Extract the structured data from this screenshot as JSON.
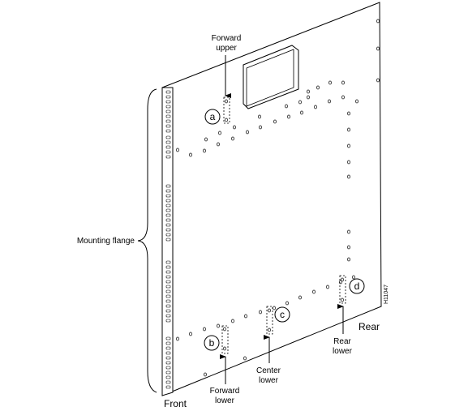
{
  "diagram": {
    "labels": {
      "forward_upper_1": "Forward",
      "forward_upper_2": "upper",
      "forward_lower_1": "Forward",
      "forward_lower_2": "lower",
      "center_lower_1": "Center",
      "center_lower_2": "lower",
      "rear_lower_1": "Rear",
      "rear_lower_2": "lower",
      "mounting_flange": "Mounting flange",
      "front": "Front",
      "rear": "Rear",
      "figure_id": "H11047"
    },
    "callouts": {
      "a": "a",
      "b": "b",
      "c": "c",
      "d": "d"
    }
  }
}
